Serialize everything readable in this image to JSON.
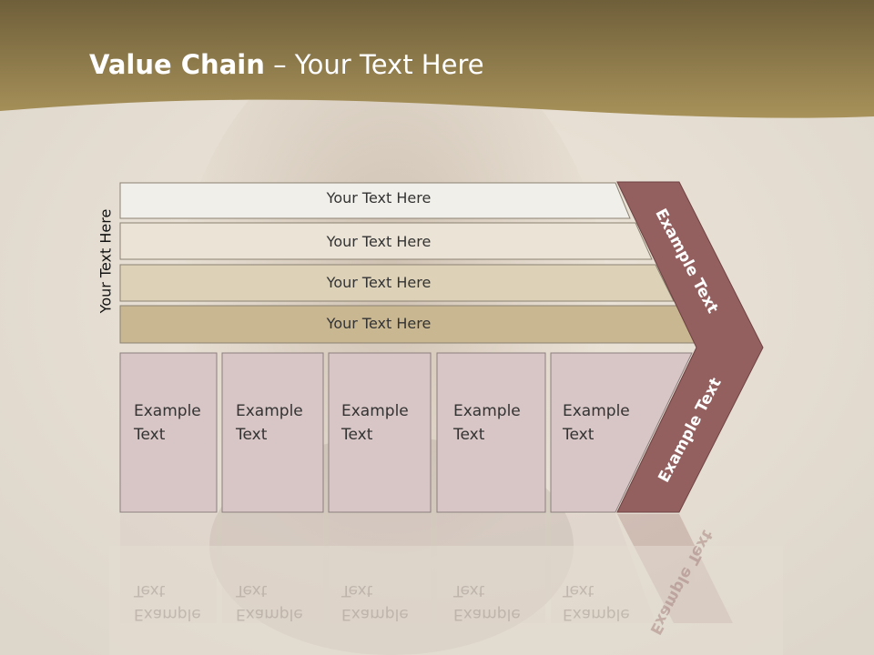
{
  "slide": {
    "title_bold": "Value Chain",
    "title_rest": " – Your Text Here",
    "side_label": "Your Text Here"
  },
  "bars": [
    {
      "label": "Your Text Here"
    },
    {
      "label": "Your Text Here"
    },
    {
      "label": "Your Text Here"
    },
    {
      "label": "Your Text Here"
    }
  ],
  "boxes": [
    {
      "label": "Example Text"
    },
    {
      "label": "Example Text"
    },
    {
      "label": "Example Text"
    },
    {
      "label": "Example Text"
    },
    {
      "label": "Example Text"
    }
  ],
  "chevron": {
    "top_label": "Example Text",
    "bottom_label": "Example Text"
  },
  "colors": {
    "banner": "#8f7a45",
    "chevron": "#935f5f",
    "box_fill": "#d8c5c5",
    "bar_fills": [
      "#f1efe9",
      "#ebe3d6",
      "#ddd2b8",
      "#c9b792"
    ]
  }
}
